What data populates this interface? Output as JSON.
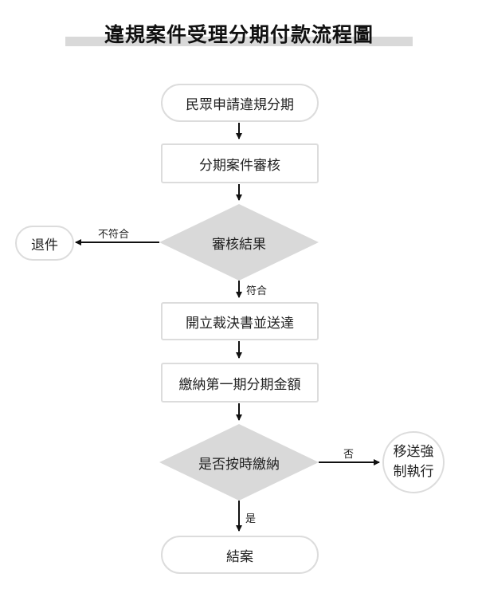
{
  "title": "違規案件受理分期付款流程圖",
  "nodes": {
    "apply": "民眾申請違規分期",
    "review": "分期案件審核",
    "result": "審核結果",
    "reject": "退件",
    "decision": "開立裁決書並送達",
    "pay_first": "繳納第一期分期金額",
    "on_time": "是否按時繳納",
    "enforce": "移送強制執行",
    "close": "結案"
  },
  "edges": {
    "not_meet": "不符合",
    "meet": "符合",
    "no": "否",
    "yes": "是"
  },
  "colors": {
    "node_border": "#dcdcdc",
    "diamond_fill": "#d9d9d9",
    "arrow": "#111111"
  }
}
